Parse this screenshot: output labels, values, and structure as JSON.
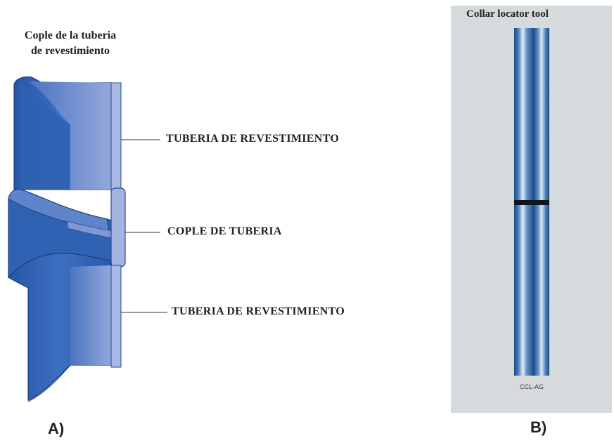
{
  "panel_a": {
    "title_line1": "Cople de la tuberia",
    "title_line2": "de revestimiento",
    "labels": {
      "upper_casing": "TUBERIA DE REVESTIMIENTO",
      "coupling": "COPLE DE TUBERIA",
      "lower_casing": "TUBERIA DE REVESTIMIENTO"
    },
    "letter": "A)"
  },
  "panel_b": {
    "title": "Collar locator tool",
    "tool_code": "CCL-AG",
    "letter": "B)"
  },
  "colors": {
    "pipe_dark": "#2b5fae",
    "pipe_mid": "#3f73c4",
    "pipe_light": "#8fa6dc",
    "pipe_edge": "#1d3f7a",
    "panel_bg": "#d4d9dd",
    "tool_blue": "#2d5f9a"
  }
}
